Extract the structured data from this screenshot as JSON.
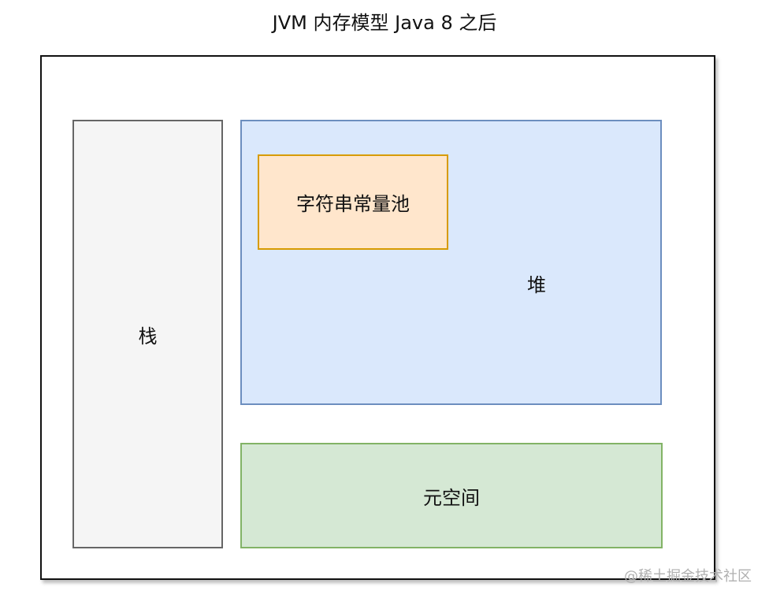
{
  "diagram": {
    "title": "JVM 内存模型 Java 8 之后",
    "stack_label": "栈",
    "heap_label": "堆",
    "string_pool_label": "字符串常量池",
    "metaspace_label": "元空间"
  },
  "watermark": {
    "text": "@稀土掘金技术社区"
  },
  "colors": {
    "stack_fill": "#f5f5f5",
    "stack_border": "#666666",
    "heap_fill": "#dae8fc",
    "heap_border": "#6c8ebf",
    "string_pool_fill": "#ffe6cc",
    "string_pool_border": "#d79b00",
    "metaspace_fill": "#d5e8d4",
    "metaspace_border": "#82b366"
  }
}
